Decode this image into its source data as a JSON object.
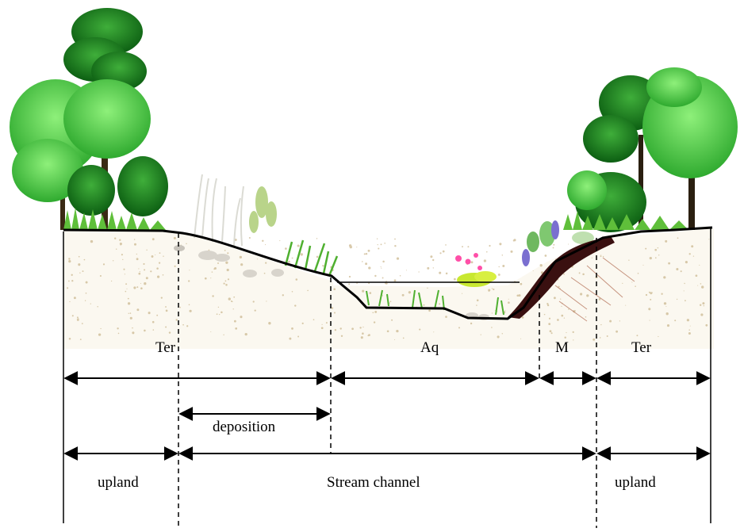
{
  "labels": {
    "ter_left": "Ter",
    "aq": "Aq",
    "m": "M",
    "ter_right": "Ter",
    "deposition": "deposition",
    "upland_left": "upland",
    "stream_channel": "Stream channel",
    "upland_right": "upland"
  },
  "colors": {
    "tree_light": "#49d04a",
    "tree_mid": "#2fae2f",
    "tree_dark": "#0d6b12",
    "grass": "#5fbf3a",
    "soil_speckle": "#c9b58a",
    "rock": "#d8d4cc",
    "water_line": "#000000",
    "bank_dark": "#3a1010",
    "flower_pink": "#ff4fa8",
    "lily_yellow": "#c8e830",
    "flower_purple": "#7a6fd0"
  }
}
